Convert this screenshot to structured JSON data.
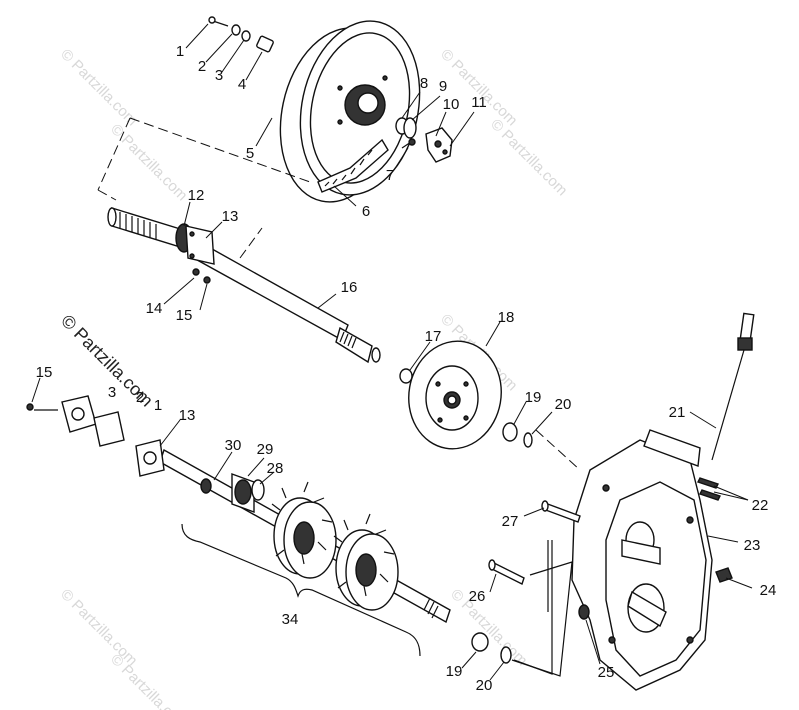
{
  "watermarks": {
    "text": "© Partzilla.com",
    "prominent": "© Partzilla.com"
  },
  "callouts": {
    "p1": "1",
    "p2": "2",
    "p3": "3",
    "p4": "4",
    "p5": "5",
    "p6": "6",
    "p7": "7",
    "p8": "8",
    "p9": "9",
    "p10": "10",
    "p11": "11",
    "p12": "12",
    "p13a": "13",
    "p14": "14",
    "p15a": "15",
    "p16": "16",
    "p17": "17",
    "p18": "18",
    "p19a": "19",
    "p20a": "20",
    "p21": "21",
    "p22": "22",
    "p23": "23",
    "p24": "24",
    "p25": "25",
    "p26": "26",
    "p27": "27",
    "p28": "28",
    "p29": "29",
    "p30": "30",
    "p13b": "13",
    "p15b": "15",
    "p19b": "19",
    "p20b": "20",
    "p34": "34",
    "pOverlap1": "3",
    "pOverlap2": "2",
    "pOverlap3": "1"
  }
}
